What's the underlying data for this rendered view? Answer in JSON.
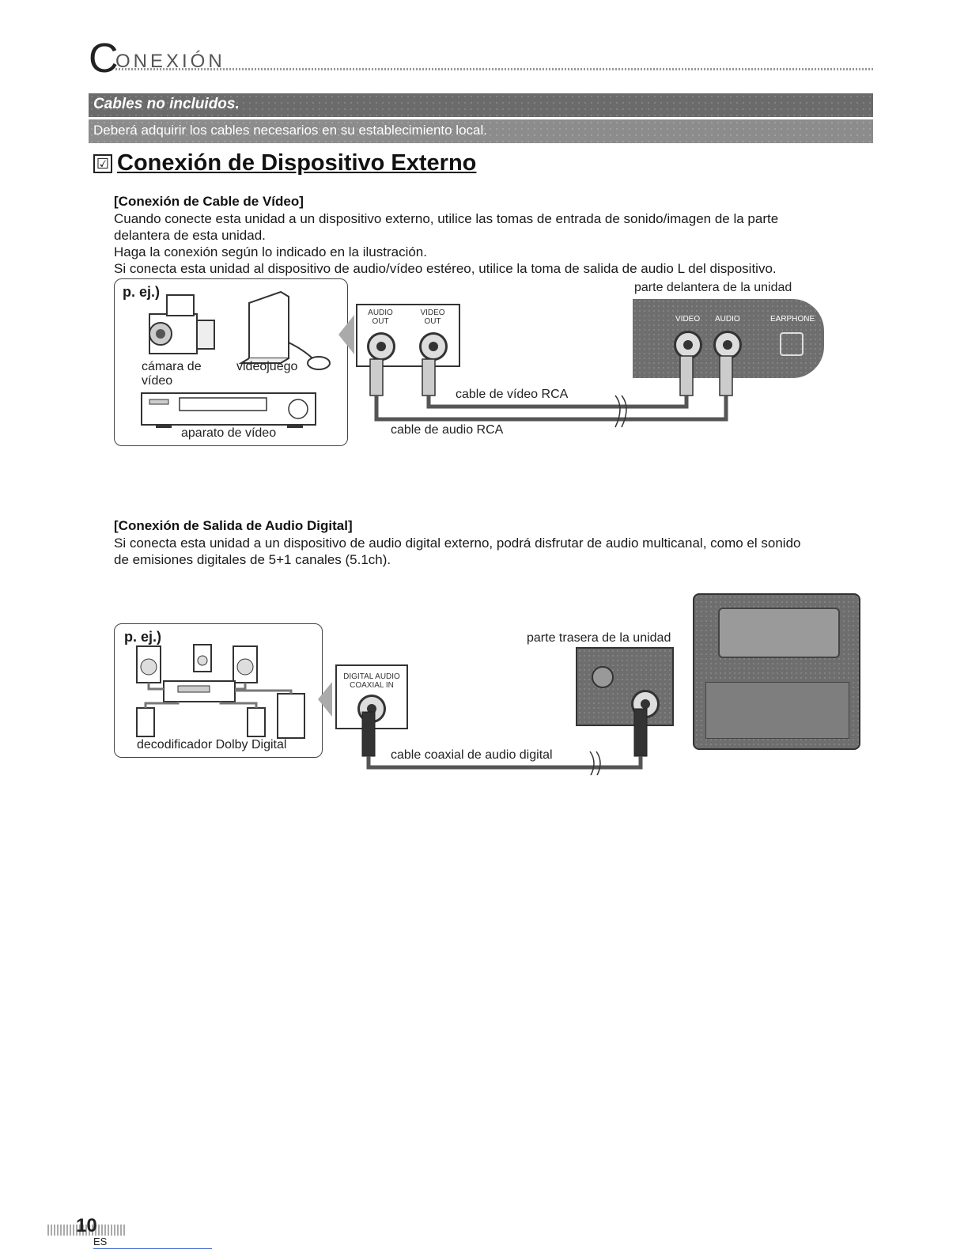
{
  "header": {
    "title_initial": "C",
    "title_rest": "ONEXIÓN",
    "band_title": "Cables no incluidos.",
    "band_text": "Deberá adquirir los cables necesarios en su establecimiento local."
  },
  "section": {
    "checkbox_glyph": "☑",
    "title": "Conexión de Dispositivo Externo"
  },
  "video": {
    "heading": "[Conexión de Cable de Vídeo]",
    "lines": [
      "Cuando conecte esta unidad a un dispositivo externo, utilice las tomas de entrada de sonido/imagen de la parte",
      "delantera de esta unidad.",
      "Haga la conexión según lo indicado en la ilustración.",
      "Si conecta esta unidad al dispositivo de audio/vídeo estéreo, utilice la toma de salida de audio L del dispositivo."
    ],
    "diagram": {
      "example": "p. ej.)",
      "camera": "cámara de",
      "camera2": "vídeo",
      "game": "videojuego",
      "vcr": "aparato de vídeo",
      "audio_out": "AUDIO",
      "audio_out2": "OUT",
      "video_out": "VIDEO",
      "video_out2": "OUT",
      "front_label": "parte delantera de la unidad",
      "panel_video": "VIDEO",
      "panel_audio": "AUDIO",
      "panel_earphone": "EARPHONE",
      "video_cable": "cable de vídeo RCA",
      "audio_cable": "cable de audio RCA"
    }
  },
  "digital": {
    "heading": "[Conexión de Salida de Audio Digital]",
    "lines": [
      "Si conecta esta unidad a un dispositivo de audio digital externo, podrá disfrutar de audio multicanal, como el sonido",
      "de emisiones digitales de 5+1 canales (5.1ch)."
    ],
    "diagram": {
      "example": "p. ej.)",
      "decoder": "decodificador Dolby Digital",
      "coax_in": "DIGITAL AUDIO",
      "coax_in2": "COAXIAL IN",
      "rear_label": "parte trasera de la unidad",
      "coax_cable": "cable coaxial de audio digital"
    }
  },
  "footer": {
    "page_number": "10",
    "lang": "ES"
  }
}
